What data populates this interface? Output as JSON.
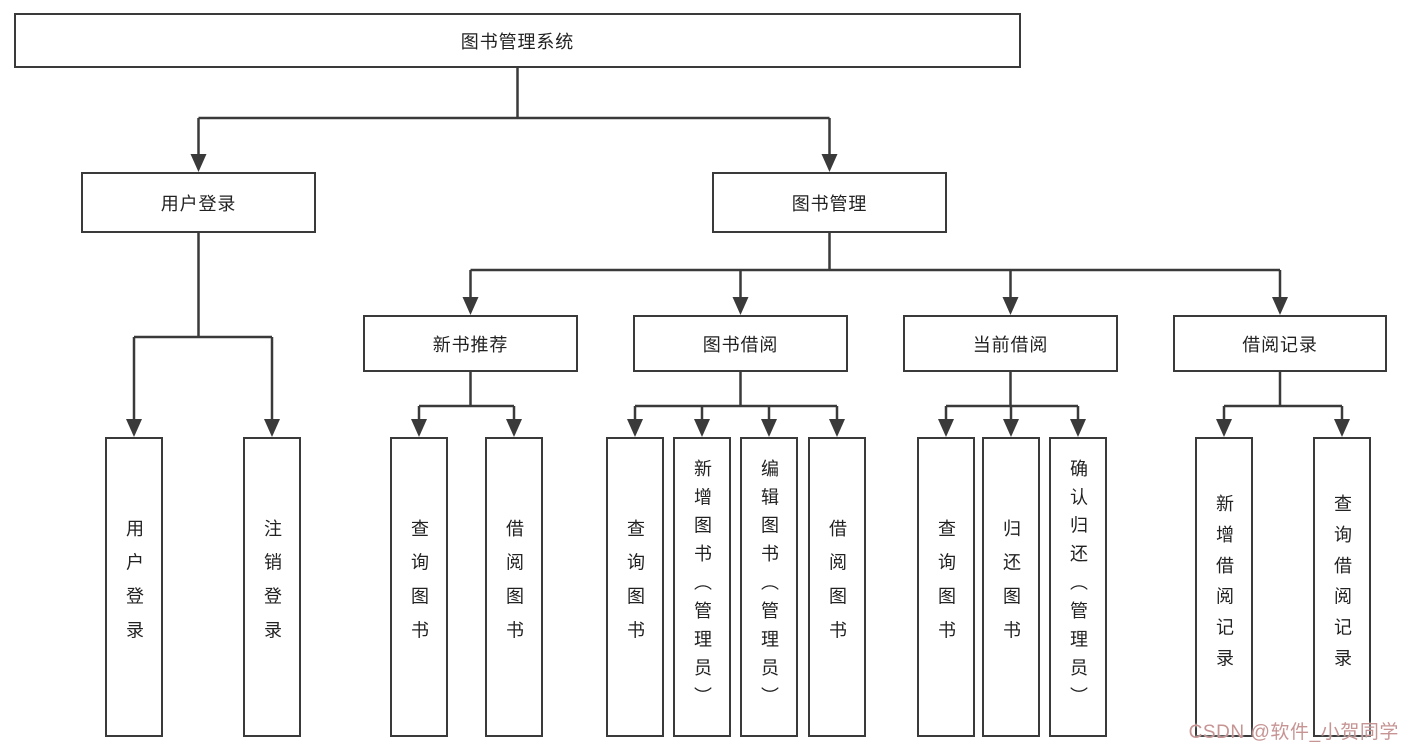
{
  "tree": {
    "root": "图书管理系统",
    "children": [
      {
        "label": "用户登录",
        "children": [
          "用户登录",
          "注销登录"
        ]
      },
      {
        "label": "图书管理",
        "children": [
          {
            "label": "新书推荐",
            "children": [
              "查询图书",
              "借阅图书"
            ]
          },
          {
            "label": "图书借阅",
            "children": [
              "查询图书",
              "新增图书（管理员）",
              "编辑图书（管理员）",
              "借阅图书"
            ]
          },
          {
            "label": "当前借阅",
            "children": [
              "查询图书",
              "归还图书",
              "确认归还（管理员）"
            ]
          },
          {
            "label": "借阅记录",
            "children": [
              "新增借阅记录",
              "查询借阅记录"
            ]
          }
        ]
      }
    ]
  },
  "watermark": {
    "text": "CSDN @软件_小贺同学"
  },
  "colors": {
    "line": "#3a3a3a",
    "text": "#222222",
    "background": "#ffffff",
    "box_background": "#ffffff",
    "watermark": "#c79494"
  }
}
